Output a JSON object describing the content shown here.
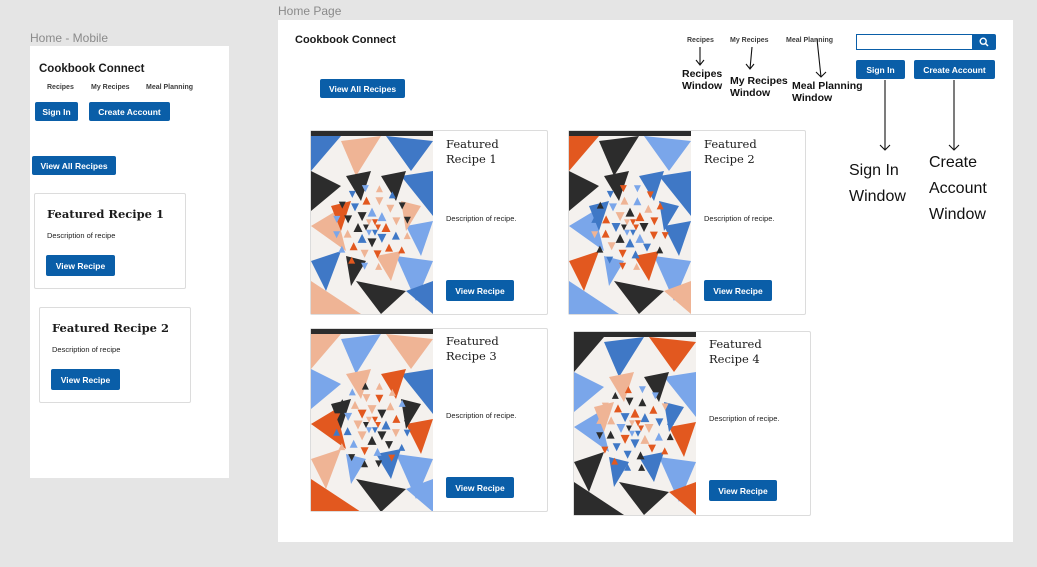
{
  "mobile": {
    "frame_label": "Home - Mobile",
    "brand": "Cookbook Connect",
    "nav": [
      "Recipes",
      "My Recipes",
      "Meal Planning"
    ],
    "sign_in": "Sign In",
    "create_account": "Create Account",
    "view_all": "View All Recipes",
    "cards": [
      {
        "title": "Featured Recipe 1",
        "description": "Description of recipe",
        "button": "View Recipe"
      },
      {
        "title": "Featured Recipe 2",
        "description": "Description of recipe",
        "button": "View Recipe"
      }
    ]
  },
  "desktop": {
    "frame_label": "Home Page",
    "brand": "Cookbook Connect",
    "nav": [
      "Recipes",
      "My Recipes",
      "Meal Planning"
    ],
    "search_icon": "search-icon",
    "sign_in": "Sign In",
    "create_account": "Create Account",
    "view_all": "View All Recipes",
    "cards": [
      {
        "title_line1": "Featured",
        "title_line2": "Recipe 1",
        "description": "Description of recipe.",
        "button": "View Recipe"
      },
      {
        "title_line1": "Featured",
        "title_line2": "Recipe 2",
        "description": "Description of recipe.",
        "button": "View Recipe"
      },
      {
        "title_line1": "Featured",
        "title_line2": "Recipe 3",
        "description": "Description of recipe.",
        "button": "View Recipe"
      },
      {
        "title_line1": "Featured",
        "title_line2": "Recipe 4",
        "description": "Description of recipe.",
        "button": "View Recipe"
      }
    ]
  },
  "annotations": {
    "recipes": [
      "Recipes",
      "Window"
    ],
    "my_recipes": [
      "My Recipes",
      "Window"
    ],
    "meal_planning": [
      "Meal Planning",
      "Window"
    ],
    "sign_in": [
      "Sign In",
      "Window"
    ],
    "create_account": [
      "Create",
      "Account",
      "Window"
    ]
  },
  "colors": {
    "primary": "#0a5ea8",
    "canvas": "#e5e5e5",
    "pattern": [
      "#e2581f",
      "#3f78c6",
      "#7aa6ea",
      "#2c2c2c",
      "#efb495"
    ]
  }
}
